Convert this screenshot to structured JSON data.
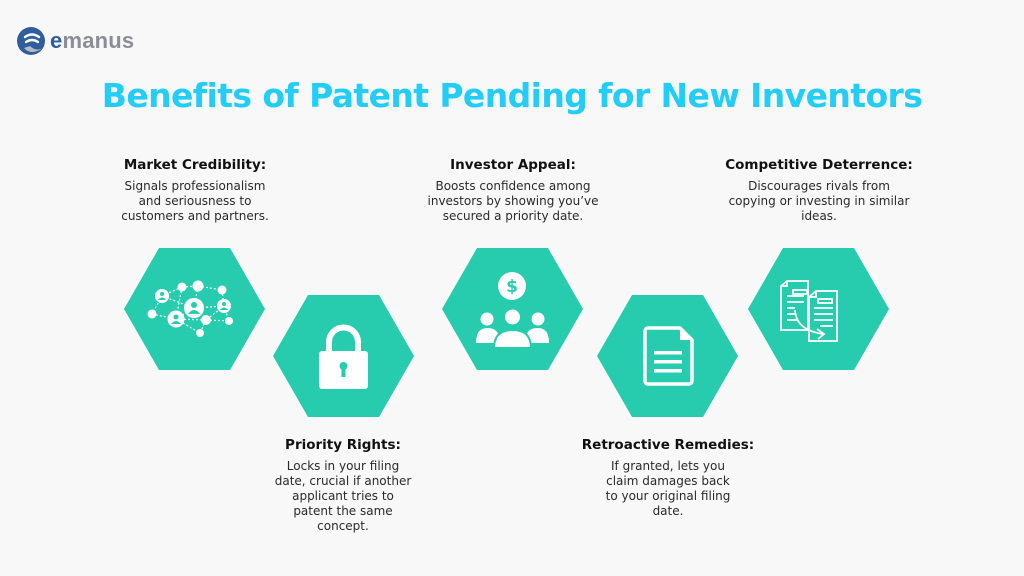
{
  "brand": {
    "logo_prefix": "e",
    "logo_rest": "manus"
  },
  "title": "Benefits of Patent Pending for New Inventors",
  "colors": {
    "title": "#22CDF7",
    "hexagon": "#27CCAE",
    "logo_blue": "#2F5D9E",
    "logo_gray": "#8A8F96"
  },
  "benefits": [
    {
      "heading": "Market Credibility:",
      "line1": "Signals professionalism",
      "line2": "and seriousness to",
      "line3": "customers and partners.",
      "icon": "network-people-icon"
    },
    {
      "heading": "Priority Rights:",
      "line1": "Locks in your filing",
      "line2": "date, crucial if another",
      "line3": "applicant tries to",
      "line4": "patent the same",
      "line5": "concept.",
      "icon": "padlock-icon"
    },
    {
      "heading": "Investor Appeal:",
      "line1": "Boosts confidence among",
      "line2": "investors by showing you’ve",
      "line3": "secured a priority date.",
      "icon": "investors-dollar-icon"
    },
    {
      "heading": "Retroactive Remedies:",
      "line1": "If granted, lets you",
      "line2": "claim damages back",
      "line3": "to your original filing",
      "line4": "date.",
      "icon": "document-icon"
    },
    {
      "heading": "Competitive Deterrence:",
      "line1": "Discourages rivals from",
      "line2": "copying or investing in similar",
      "line3": "ideas.",
      "icon": "copy-documents-icon"
    }
  ]
}
